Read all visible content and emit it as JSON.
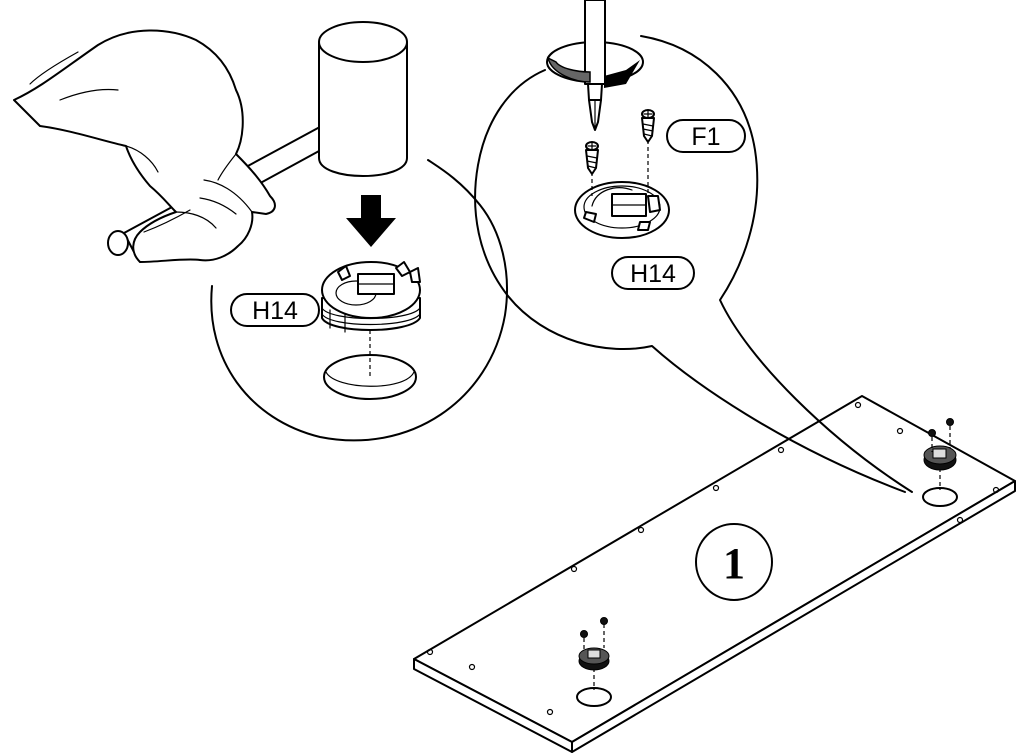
{
  "labels": {
    "h14_left": "H14",
    "f1": "F1",
    "h14_right": "H14"
  },
  "step": {
    "number": "1"
  }
}
